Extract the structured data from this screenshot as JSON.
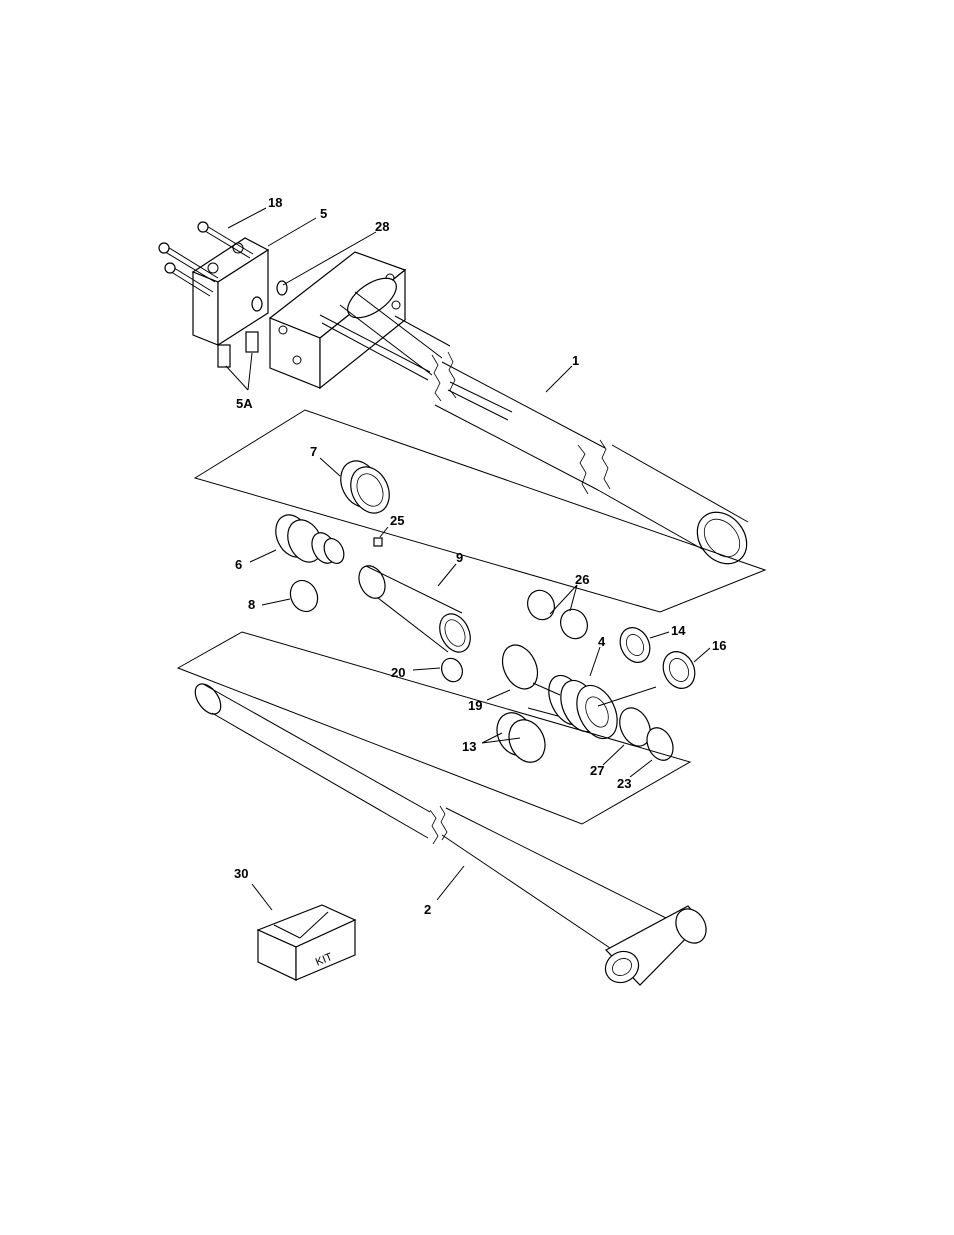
{
  "callouts": {
    "c18": "18",
    "c5": "5",
    "c28": "28",
    "c5a": "5A",
    "c1": "1",
    "c7": "7",
    "c25": "25",
    "c6": "6",
    "c9": "9",
    "c8": "8",
    "c26": "26",
    "c4": "4",
    "c14": "14",
    "c16": "16",
    "c20": "20",
    "c19": "19",
    "c13": "13",
    "c27": "27",
    "c23": "23",
    "c30": "30",
    "c2": "2"
  },
  "kit_box": {
    "label": "KIT"
  }
}
